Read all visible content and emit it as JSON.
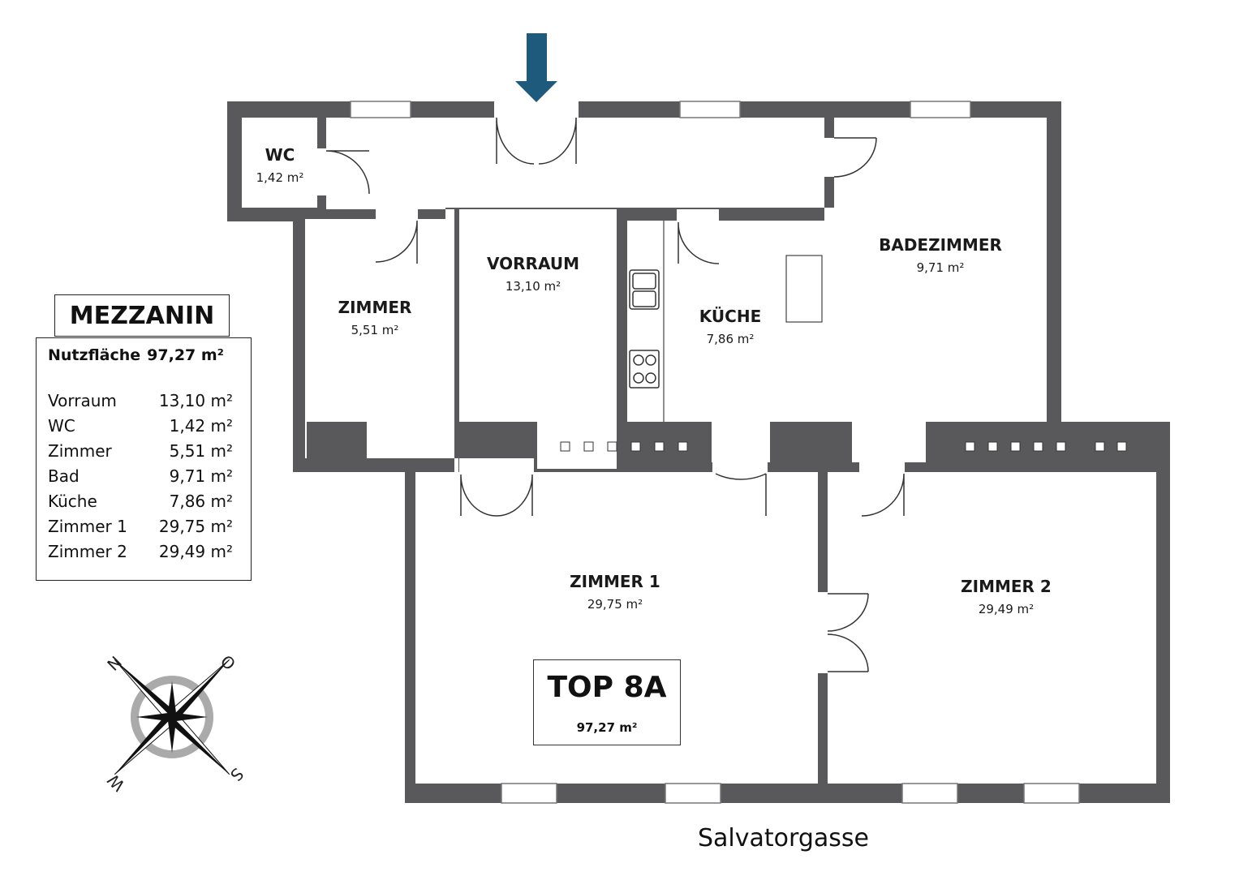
{
  "rooms": {
    "wc": {
      "name": "WC",
      "area": "1,42 m²"
    },
    "vorraum": {
      "name": "VORRAUM",
      "area": "13,10 m²"
    },
    "zimmer": {
      "name": "ZIMMER",
      "area": "5,51 m²"
    },
    "kueche": {
      "name": "KÜCHE",
      "area": "7,86 m²"
    },
    "badezimmer": {
      "name": "BADEZIMMER",
      "area": "9,71 m²"
    },
    "zimmer1": {
      "name": "ZIMMER 1",
      "area": "29,75 m²"
    },
    "zimmer2": {
      "name": "ZIMMER 2",
      "area": "29,49 m²"
    }
  },
  "legend": {
    "title": "MEZZANIN",
    "total_label": "Nutzfläche",
    "total_value": "97,27 m²",
    "items": [
      {
        "label": "Vorraum",
        "value": "13,10 m²"
      },
      {
        "label": "WC",
        "value": "1,42 m²"
      },
      {
        "label": "Zimmer",
        "value": "5,51 m²"
      },
      {
        "label": "Bad",
        "value": "9,71 m²"
      },
      {
        "label": "Küche",
        "value": "7,86 m²"
      },
      {
        "label": "Zimmer 1",
        "value": "29,75 m²"
      },
      {
        "label": "Zimmer 2",
        "value": "29,49 m²"
      }
    ]
  },
  "unit": {
    "title": "TOP 8A",
    "area": "97,27 m²"
  },
  "street": "Salvatorgasse",
  "compass": {
    "n": "N",
    "o": "O",
    "s": "S",
    "w": "W"
  },
  "colors": {
    "wall": "#59595b",
    "entrance_arrow": "#1d5a7c"
  },
  "icons": [
    "entrance-arrow-icon",
    "compass-rose-icon",
    "sink-icon",
    "stove-icon"
  ]
}
